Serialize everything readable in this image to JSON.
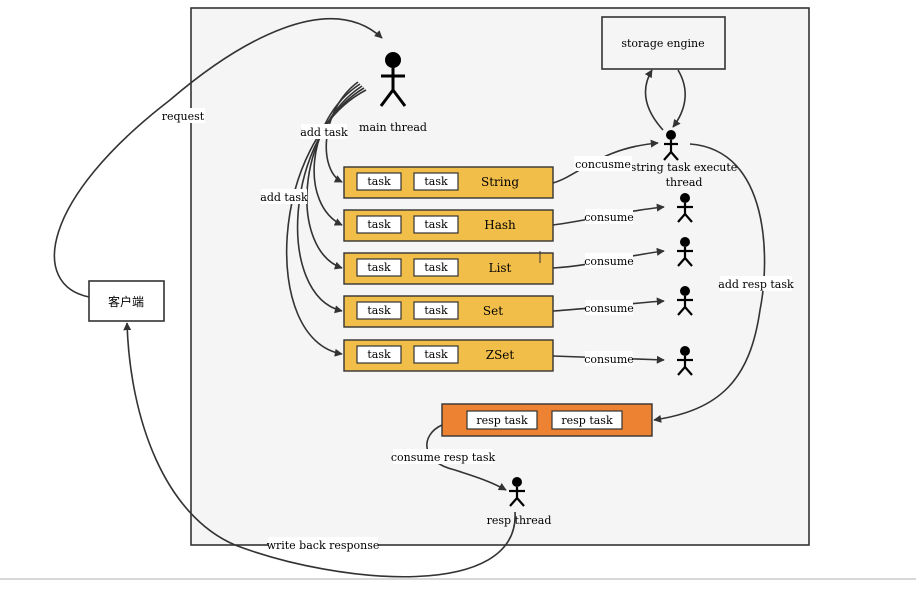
{
  "client": {
    "label": "客户端"
  },
  "main_thread": {
    "label": "main thread"
  },
  "storage_engine": {
    "label": "storage engine"
  },
  "string_executor": {
    "label_line1": "string task execute",
    "label_line2": "thread"
  },
  "resp_thread": {
    "label": "resp thread"
  },
  "queues": [
    {
      "name": "String",
      "tasks": [
        "task",
        "task"
      ]
    },
    {
      "name": "Hash",
      "tasks": [
        "task",
        "task"
      ]
    },
    {
      "name": "List",
      "tasks": [
        "task",
        "task"
      ]
    },
    {
      "name": "Set",
      "tasks": [
        "task",
        "task"
      ]
    },
    {
      "name": "ZSet",
      "tasks": [
        "task",
        "task"
      ]
    }
  ],
  "resp_queue": {
    "tasks": [
      "resp task",
      "resp task"
    ]
  },
  "edges": {
    "request": "request",
    "add_task_1": "add task",
    "add_task_2": "add task",
    "concusme": "concusme",
    "consume_hash": "consume",
    "consume_list": "consume",
    "consume_set": "consume",
    "consume_zset": "consume",
    "add_resp_task": "add resp task",
    "consume_resp_task": "consume resp task",
    "write_back": "write back response"
  },
  "colors": {
    "queue_fill": "#F2BE4A",
    "resp_queue_fill": "#EC8232",
    "frame_fill": "#F5F5F5",
    "line": "#333333"
  }
}
